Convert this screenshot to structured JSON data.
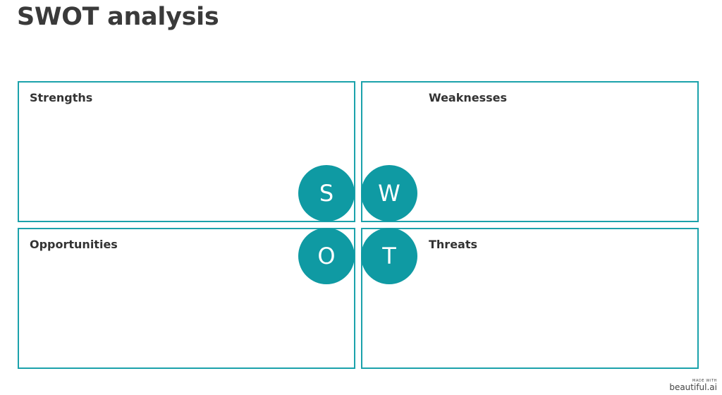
{
  "title": "SWOT analysis",
  "quadrants": [
    {
      "key": "strengths",
      "label": "Strengths",
      "letter": "S"
    },
    {
      "key": "weaknesses",
      "label": "Weaknesses",
      "letter": "W"
    },
    {
      "key": "opportunities",
      "label": "Opportunities",
      "letter": "O"
    },
    {
      "key": "threats",
      "label": "Threats",
      "letter": "T"
    }
  ],
  "colors": {
    "accent": "#1ba2ab",
    "circle": "#0f9aa3",
    "title": "#3a3a3a"
  },
  "footer": {
    "made_with": "MADE WITH",
    "brand": "beautiful.ai"
  }
}
